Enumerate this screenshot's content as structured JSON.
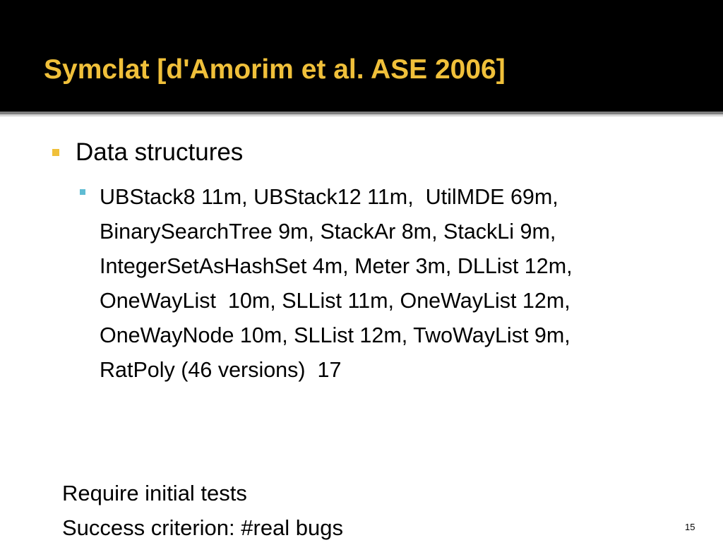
{
  "slide": {
    "title": "Symclat [d'Amorim et al. ASE 2006]",
    "bullet_level1": "Data structures",
    "bullet_level2_lines": [
      "UBStack8 11m, UBStack12 11m,  UtilMDE 69m,",
      "BinarySearchTree 9m, StackAr 8m, StackLi 9m,",
      "IntegerSetAsHashSet 4m, Meter 3m, DLList 12m,",
      "OneWayList  10m, SLList 11m, OneWayList 12m,",
      "OneWayNode 10m, SLList 12m, TwoWayList 9m,",
      "RatPoly (46 versions)  17"
    ],
    "notes": [
      "Require initial tests",
      "Success criterion: #real bugs"
    ],
    "page_number": "15"
  },
  "colors": {
    "title_bar": "#000000",
    "title_text": "#f0c03a",
    "bullet_level1": "#f0c03a",
    "bullet_level2": "#5fbcd3",
    "divider": "#7f7f7f"
  }
}
